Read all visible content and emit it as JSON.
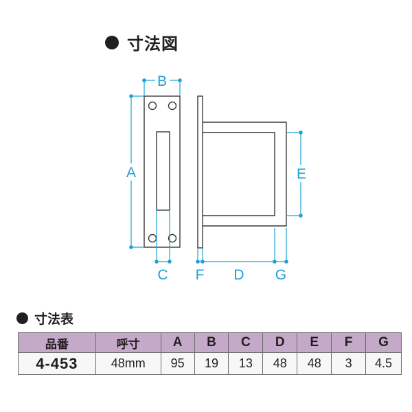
{
  "diagram": {
    "title": "寸法図",
    "bullet_icon": "filled-circle",
    "dimension_labels": {
      "A": "A",
      "B": "B",
      "C": "C",
      "D": "D",
      "E": "E",
      "F": "F",
      "G": "G"
    },
    "colors": {
      "dimension_line": "#1ba0d8",
      "outline": "#3a3a3a",
      "text": "#231f20"
    }
  },
  "table_section": {
    "title": "寸法表",
    "bullet_icon": "filled-circle",
    "header_color": "#c5a9c8",
    "columns": [
      "品番",
      "呼寸",
      "A",
      "B",
      "C",
      "D",
      "E",
      "F",
      "G"
    ],
    "rows": [
      [
        "4-453",
        "48mm",
        "95",
        "19",
        "13",
        "48",
        "48",
        "3",
        "4.5"
      ]
    ]
  }
}
